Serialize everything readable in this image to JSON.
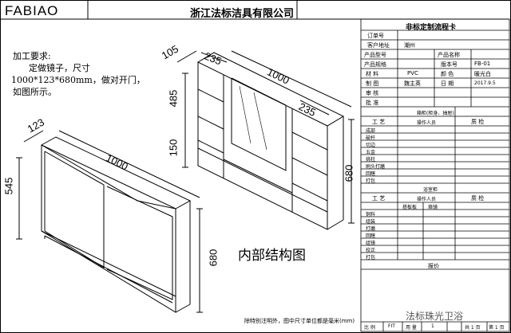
{
  "logo": "FABIAO",
  "company": "浙江法标洁具有限公司",
  "requirements": {
    "heading": "加工要求:",
    "line1": "定做镜子，尺寸",
    "line2": "1000*123*680mm，做对开门，",
    "line3": "如图所示。"
  },
  "left_view": {
    "dim_depth": "123",
    "dim_width": "1000",
    "dim_height_upper": "545",
    "dim_height_total": "680"
  },
  "right_view": {
    "dim_top_depth": "105",
    "dim_shelf_a": "235",
    "dim_width": "1000",
    "dim_shelf_b": "235",
    "dim_h485": "485",
    "dim_h150": "150",
    "dim_total": "680"
  },
  "inner_title": "内部结构图",
  "footnote": "除特别注明外，图中尺寸单位都是毫米(mm)",
  "watermark": "法标珠光卫浴",
  "card": {
    "title": "非标定制流程卡",
    "order_no_label": "订单号",
    "client_label": "客户地址",
    "client_value": "潮州",
    "product_model_label": "产品型号",
    "product_name_label": "产品名称",
    "product_spec_label": "产品规格",
    "version_label": "版本号",
    "version_value": "FB-01",
    "material_label": "材 料",
    "material_value": "PVC",
    "color_label": "颜 色",
    "color_value": "暖光白",
    "maker_label": "制 图",
    "maker_value": "魏主英",
    "date_label": "日 期",
    "date_value": "2017.9.5",
    "reviewer_label": "审 核",
    "approver_label": "批 准",
    "section1_title": "箱柜(柜身、抽屉)",
    "col_process": "工 艺",
    "col_operator": "操作人员",
    "col_qc": "质 检",
    "section1_rows": [
      "成部",
      "破杆",
      "切边",
      "五金",
      "挑柱",
      "刷头打磨",
      "回瞎",
      "打包"
    ],
    "section2_title": "浴室柜",
    "sub_a": "搭板板",
    "sub_b": "烙镜",
    "section2_rows": [
      "铜料",
      "组装",
      "打磨",
      "回瞎",
      "组镜",
      "校正",
      "打包"
    ],
    "quote_label": "报价",
    "bottom": {
      "scale_label": "比 例",
      "scale_value": "FIT",
      "qty_label": "用 量",
      "qty_value": "1",
      "pages": "共 1 页",
      "page": "第 1 页"
    }
  }
}
